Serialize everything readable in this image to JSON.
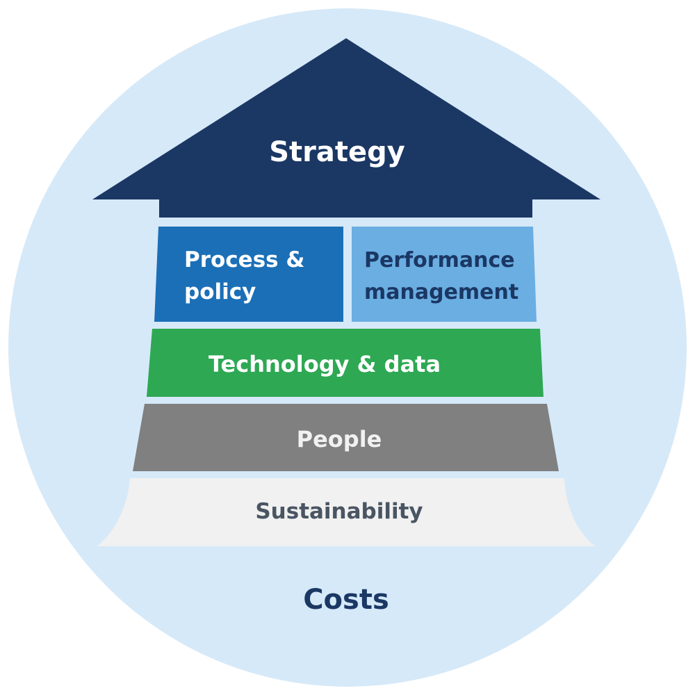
{
  "colors": {
    "circle": "#d6e9f8",
    "strategy": "#1b3764",
    "process_policy": "#1b6fb7",
    "performance_management": "#6aaee2",
    "technology_data": "#2ea853",
    "people": "#808080",
    "sustainability": "#f1f1f1",
    "text_light": "#ffffff",
    "text_dark": "#1b3764",
    "text_gray": "#4a5563"
  },
  "diagram": {
    "strategy": "Strategy",
    "process_policy": {
      "line1": "Process &",
      "line2": "policy"
    },
    "performance_management": {
      "line1": "Performance",
      "line2": "management"
    },
    "technology_data": "Technology & data",
    "people": "People",
    "sustainability": "Sustainability",
    "costs": "Costs"
  }
}
